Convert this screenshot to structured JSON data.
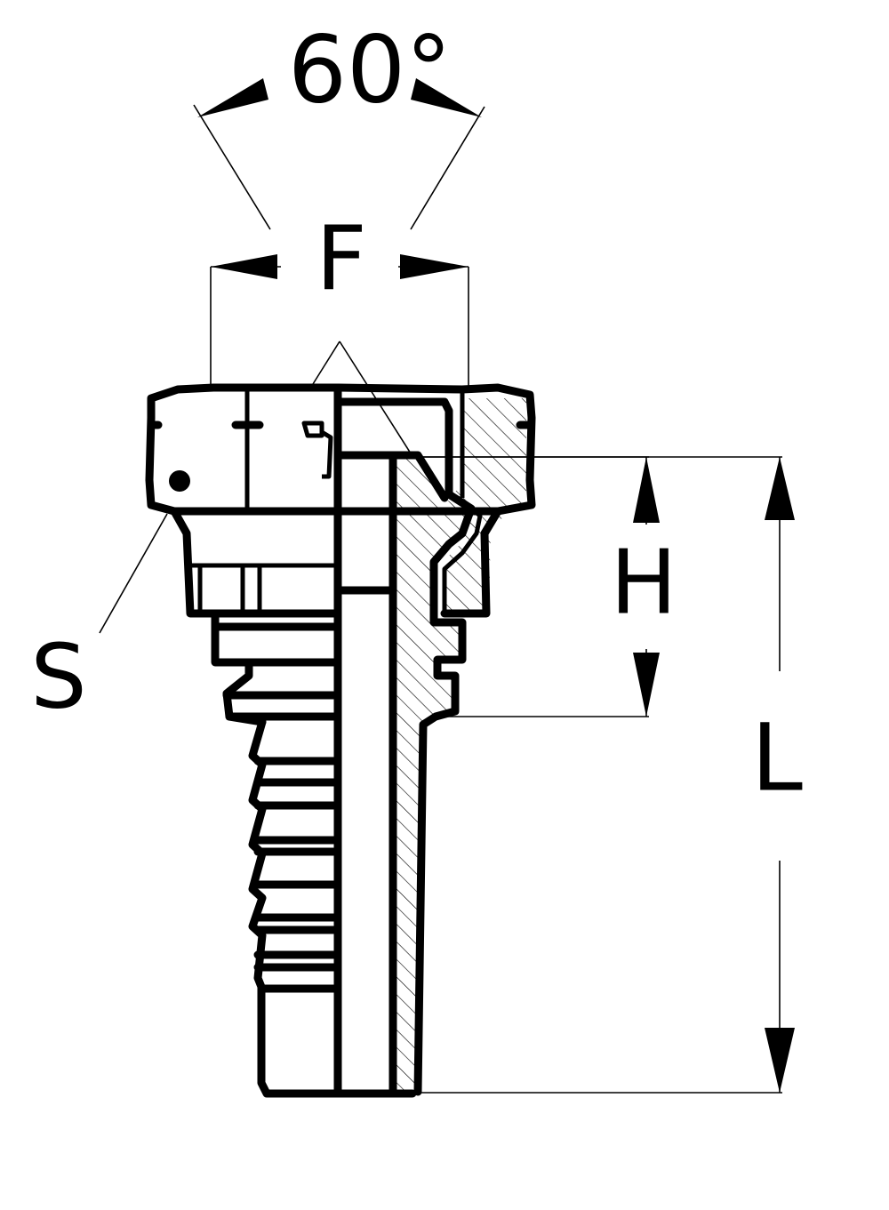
{
  "diagram": {
    "angle_label": "60°",
    "width_label": "F",
    "wrench_label": "S",
    "height_label": "H",
    "length_label": "L"
  },
  "colors": {
    "line": "#000000",
    "background": "#ffffff"
  }
}
